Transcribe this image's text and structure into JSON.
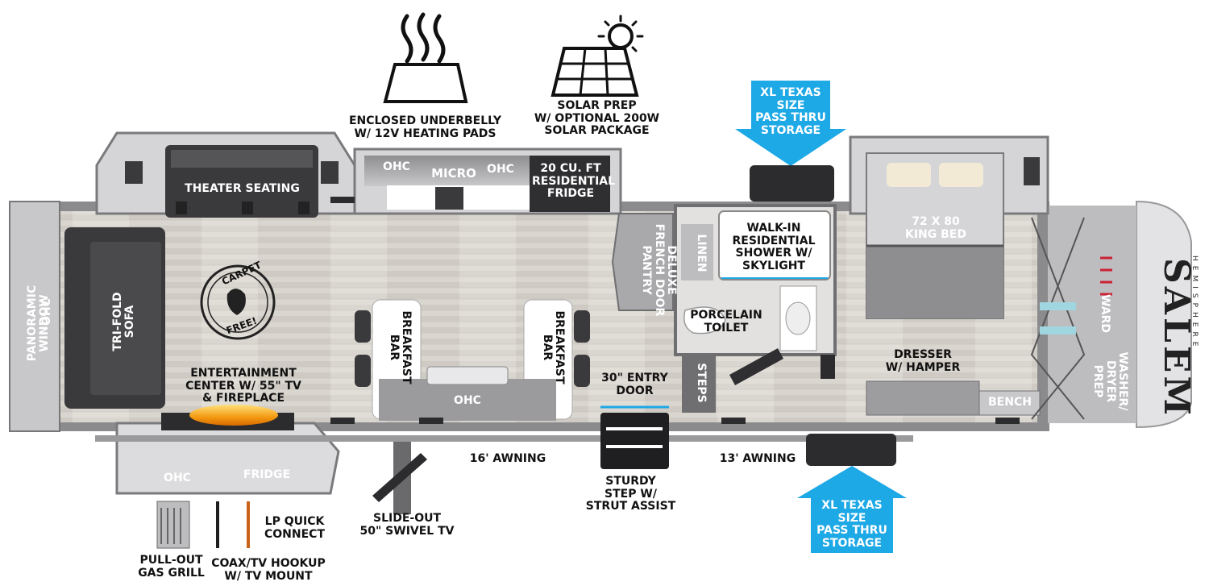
{
  "labels": {
    "underbelly": "ENCLOSED UNDERBELLY\nW/ 12V HEATING PADS",
    "solar": "SOLAR PREP\nW/ OPTIONAL 200W\nSOLAR PACKAGE",
    "xl_top": "XL TEXAS SIZE\nPASS THRU\nSTORAGE",
    "xl_bottom": "XL TEXAS SIZE\nPASS THRU\nSTORAGE",
    "theater": "THEATER SEATING",
    "ohc_kitchen_left": "OHC",
    "micro": "MICRO",
    "ohc_kitchen_right": "OHC",
    "fridge_res": "20 CU. FT\nRESIDENTIAL\nFRIDGE",
    "pantry": "DELUXE\nFRENCH DOOR\nPANTRY",
    "linen": "LINEN",
    "shower": "WALK-IN\nRESIDENTIAL\nSHOWER W/\nSKYLIGHT",
    "toilet": "PORCELAIN\nTOILET",
    "king_bed": "72 X 80\nKING BED",
    "panoramic": "PANORAMIC WINDOW",
    "ohc_front": "OHC",
    "sofa": "TRI-FOLD\nSOFA",
    "carpet_top": "CARPET",
    "carpet_bottom": "FREE!",
    "entertainment": "ENTERTAINMENT\nCENTER W/ 55\" TV\n& FIREPLACE",
    "breakfast_left": "BREAKFAST\nBAR",
    "breakfast_right": "BREAKFAST\nBAR",
    "ohc_island": "OHC",
    "entry_door": "30\" ENTRY\nDOOR",
    "steps": "STEPS",
    "dresser": "DRESSER\nW/ HAMPER",
    "bench": "BENCH",
    "ward": "WARD",
    "washer": "WASHER/\nDRYER\nPREP",
    "awning_16": "16' AWNING",
    "awning_13": "13' AWNING",
    "ohc_outdoor": "OHC",
    "fridge_outdoor": "FRIDGE",
    "lp_quick": "LP QUICK\nCONNECT",
    "slideout_tv": "SLIDE-OUT\n50\" SWIVEL TV",
    "sturdy_step": "STURDY\nSTEP W/\nSTRUT ASSIST",
    "grill": "PULL-OUT\nGAS GRILL",
    "coax": "COAX/TV HOOKUP\nW/ TV MOUNT"
  },
  "brand": {
    "name": "SALEM",
    "sub": "HEMISPHERE"
  },
  "icons": {
    "underbelly": "heated-underbelly-icon",
    "solar": "solar-panel-sun-icon"
  },
  "colors": {
    "floor": "#d6d2cc",
    "wall": "#7d7d80",
    "callout": "#1da8e6",
    "dark_furniture": "#3a3a3d"
  }
}
